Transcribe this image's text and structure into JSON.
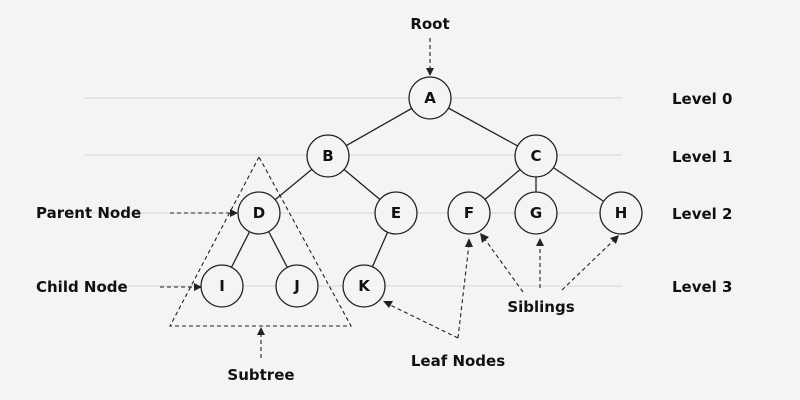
{
  "labels": {
    "root": "Root",
    "parent_node": "Parent Node",
    "child_node": "Child Node",
    "subtree": "Subtree",
    "leaf_nodes": "Leaf Nodes",
    "siblings": "Siblings"
  },
  "levels": [
    "Level 0",
    "Level 1",
    "Level 2",
    "Level 3"
  ],
  "nodes": {
    "A": "A",
    "B": "B",
    "C": "C",
    "D": "D",
    "E": "E",
    "F": "F",
    "G": "G",
    "H": "H",
    "I": "I",
    "J": "J",
    "K": "K"
  },
  "colors": {
    "background": "#f4f4f4",
    "stroke": "#222222",
    "level_line": "#d6d6d6"
  }
}
